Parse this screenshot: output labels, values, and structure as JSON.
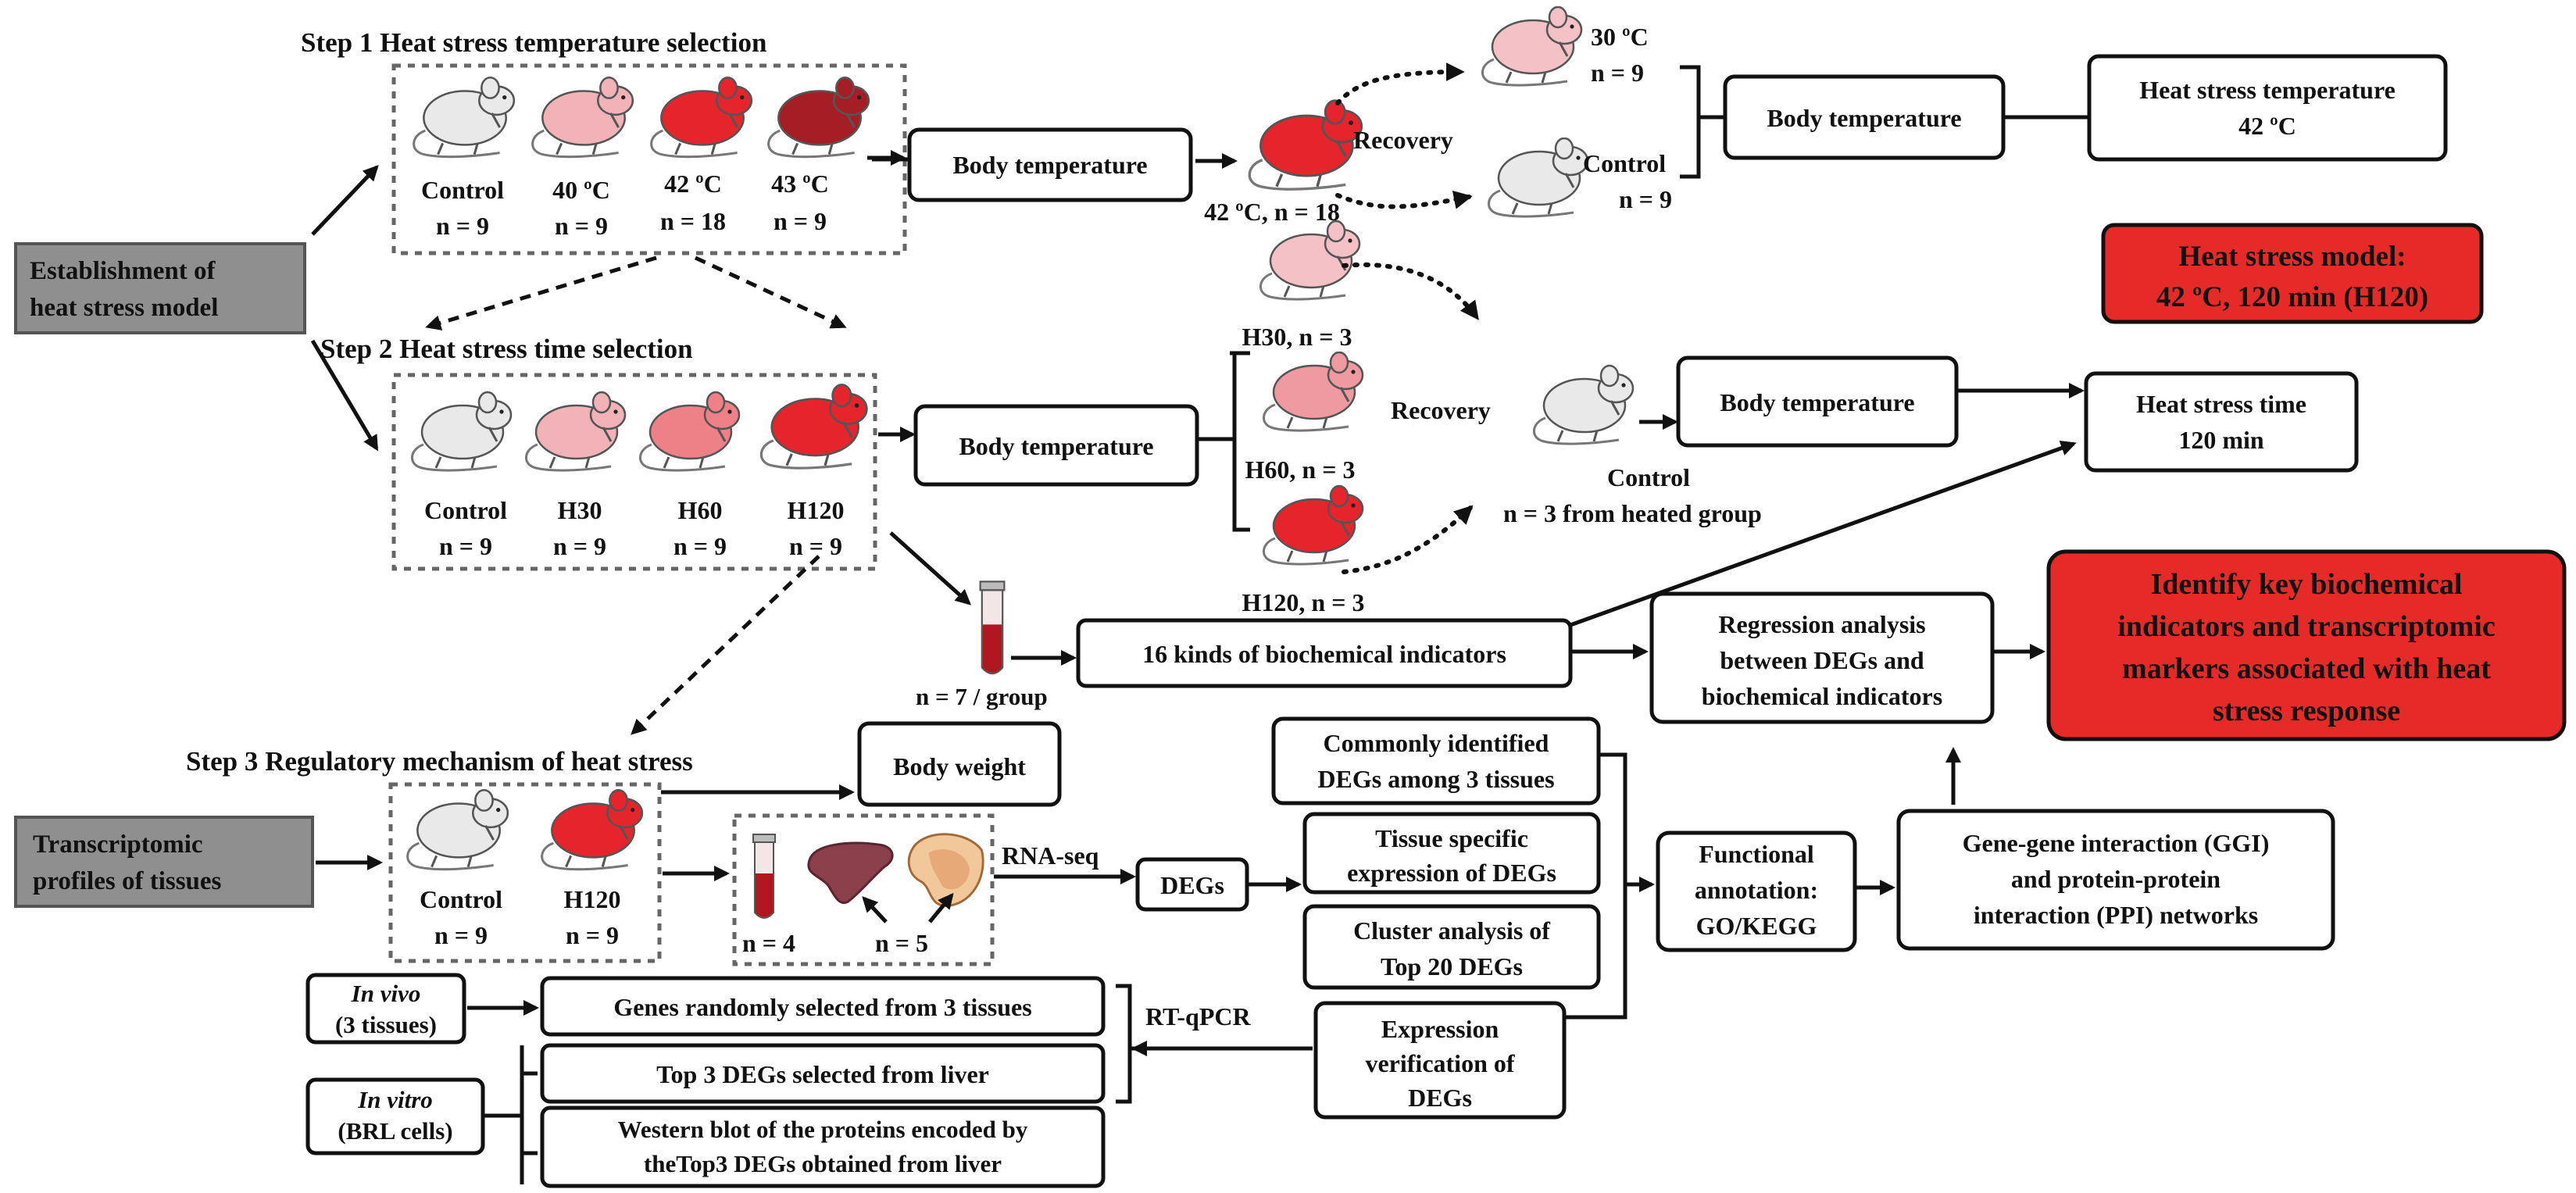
{
  "colors": {
    "mouse_control": "#e9e9e9",
    "mouse_40": "#f2b3b8",
    "mouse_42": "#e5242c",
    "mouse_43": "#a61e25",
    "mouse_light": "#f4c2c6",
    "red_box": "#e52a28",
    "gray_box": "#8f8f8f"
  },
  "establishment": {
    "line1": "Establishment of",
    "line2": "heat stress model"
  },
  "transcriptomic": {
    "line1": "Transcriptomic",
    "line2": "profiles of tissues"
  },
  "step1": {
    "title": "Step 1 Heat stress temperature selection",
    "groups": [
      {
        "name": "Control",
        "n": "n = 9"
      },
      {
        "name": "40 ºC",
        "n": "n = 9"
      },
      {
        "name": "42 ºC",
        "n": "n = 18"
      },
      {
        "name": "43 ºC",
        "n": "n = 9"
      }
    ],
    "body_temp": "Body temperature",
    "heated": "42 ºC, n = 18",
    "recovery": "Recovery",
    "rec_30_a": "30 ºC",
    "rec_30_b": "n = 9",
    "rec_ctrl_a": "Control",
    "rec_ctrl_b": "n = 9",
    "body_temp2": "Body temperature",
    "result_line1": "Heat stress temperature",
    "result_line2": "42 ºC"
  },
  "model_box": {
    "line1": "Heat stress model:",
    "line2": "42 ºC, 120 min (H120)"
  },
  "step2": {
    "title": "Step 2 Heat stress time selection",
    "groups": [
      {
        "name": "Control",
        "n": "n = 9"
      },
      {
        "name": "H30",
        "n": "n = 9"
      },
      {
        "name": "H60",
        "n": "n = 9"
      },
      {
        "name": "H120",
        "n": "n = 9"
      }
    ],
    "body_temp": "Body temperature",
    "h30": "H30, n = 3",
    "h60": "H60, n = 3",
    "h120": "H120, n = 3",
    "recovery": "Recovery",
    "control": "Control",
    "from_heated": "n = 3 from heated group",
    "body_temp2": "Body temperature",
    "result_line1": "Heat stress time",
    "result_line2": "120 min"
  },
  "biochem": {
    "n_group": "n = 7 / group",
    "indicators": "16 kinds of biochemical indicators"
  },
  "regression": {
    "line1": "Regression analysis",
    "line2": "between DEGs and",
    "line3": "biochemical indicators"
  },
  "identify": {
    "line1": "Identify key biochemical",
    "line2": "indicators and transcriptomic",
    "line3": "markers  associated with heat",
    "line4": "stress response"
  },
  "step3": {
    "title": "Step 3 Regulatory mechanism of heat stress",
    "body_weight": "Body weight",
    "groups": [
      {
        "name": "Control",
        "n": "n = 9"
      },
      {
        "name": "H120",
        "n": "n = 9"
      }
    ],
    "n4": "n = 4",
    "n5": "n = 5",
    "rnaseq": "RNA-seq",
    "degs": "DEGs",
    "common_1": "Commonly identified",
    "common_2": "DEGs among 3 tissues",
    "tissue_1": "Tissue specific",
    "tissue_2": "expression of DEGs",
    "cluster_1": "Cluster analysis of",
    "cluster_2": "Top 20 DEGs",
    "verif_1": "Expression",
    "verif_2": "verification of",
    "verif_3": "DEGs",
    "func_1": "Functional",
    "func_2": "annotation:",
    "func_3": "GO/KEGG",
    "ggi_1": "Gene-gene interaction (GGI)",
    "ggi_2": "and protein-protein",
    "ggi_3": "interaction (PPI) networks",
    "rtqpcr": "RT-qPCR",
    "invivo_1": "In vivo",
    "invivo_2": "(3 tissues)",
    "invitro_1": "In vitro",
    "invitro_2": "(BRL cells)",
    "genes_random": "Genes randomly selected from 3 tissues",
    "top3": "Top 3 DEGs selected from liver",
    "western_1": "Western blot of the proteins encoded by",
    "western_2": "theTop3 DEGs obtained from liver"
  }
}
